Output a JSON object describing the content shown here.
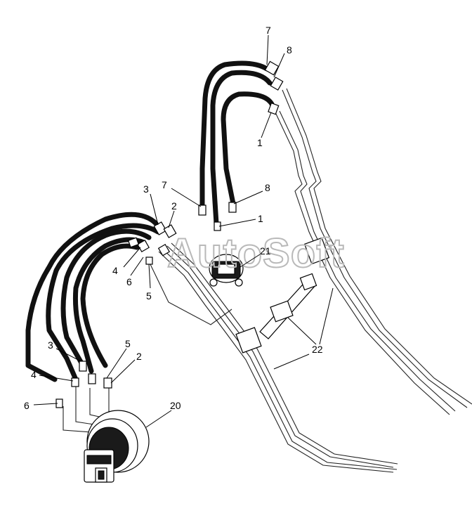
{
  "watermark": "AutoSoft",
  "callouts": {
    "c7_top": "7",
    "c8_top": "8",
    "c1_top": "1",
    "c7_mid": "7",
    "c8_mid": "8",
    "c1_mid": "1",
    "c21": "21",
    "c3_mid": "3",
    "c2_mid": "2",
    "c4_mid": "4",
    "c6_mid": "6",
    "c5_mid": "5",
    "c22": "22",
    "c3_low": "3",
    "c5_low": "5",
    "c2_low": "2",
    "c4_low": "4",
    "c6_low": "6",
    "c20": "20"
  }
}
